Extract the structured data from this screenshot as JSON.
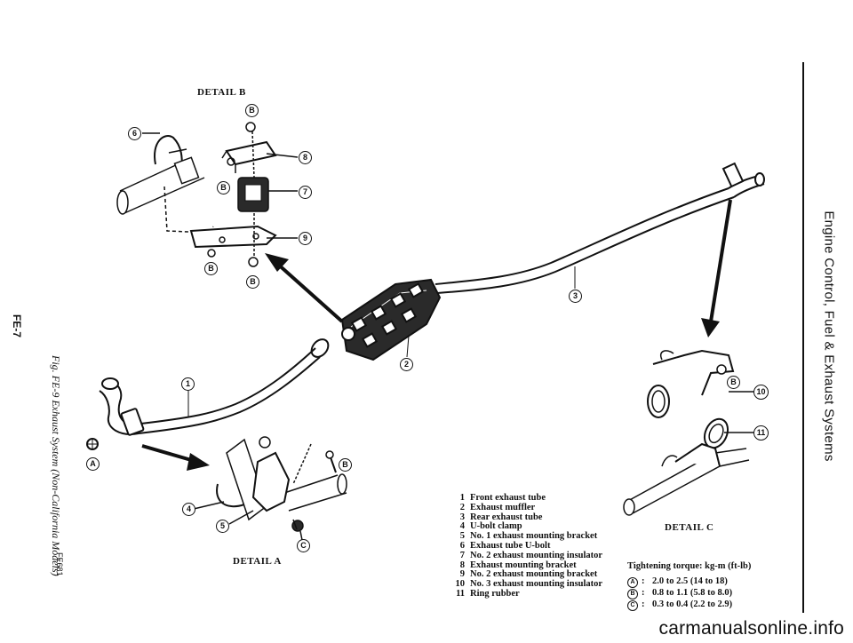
{
  "page_number": "FE-7",
  "side_title": "Engine Control, Fuel & Exhaust Systems",
  "figure_caption": "Fig. FE-9 Exhaust System (Non-California Models)",
  "figure_code": "FE681",
  "detail_b_title": "DETAIL B",
  "detail_a_title": "DETAIL A",
  "detail_c_title": "DETAIL C",
  "callouts": {
    "c1": "1",
    "c2": "2",
    "c3": "3",
    "c4": "4",
    "c5": "5",
    "c6": "6",
    "c7": "7",
    "c8": "8",
    "c9": "9",
    "c10": "10",
    "c11": "11",
    "A": "A",
    "B": "B",
    "C": "C"
  },
  "legend": [
    {
      "num": "1",
      "label": "Front exhaust tube"
    },
    {
      "num": "2",
      "label": "Exhaust muffler"
    },
    {
      "num": "3",
      "label": "Rear exhaust tube"
    },
    {
      "num": "4",
      "label": "U-bolt clamp"
    },
    {
      "num": "5",
      "label": "No. 1 exhaust mounting bracket"
    },
    {
      "num": "6",
      "label": "Exhaust tube U-bolt"
    },
    {
      "num": "7",
      "label": "No. 2 exhaust mounting insulator"
    },
    {
      "num": "8",
      "label": "Exhaust mounting bracket"
    },
    {
      "num": "9",
      "label": "No. 2 exhaust mounting bracket"
    },
    {
      "num": "10",
      "label": "No. 3 exhaust mounting insulator"
    },
    {
      "num": "11",
      "label": "Ring rubber"
    }
  ],
  "torque": {
    "title": "Tightening torque: kg-m (ft-lb)",
    "rows": [
      {
        "sym": "A",
        "value": "2.0 to 2.5 (14 to 18)"
      },
      {
        "sym": "B",
        "value": "0.8 to 1.1 (5.8 to 8.0)"
      },
      {
        "sym": "C",
        "value": "0.3 to 0.4 (2.2 to 2.9)"
      }
    ]
  },
  "watermark": "carmanualsonline.info"
}
